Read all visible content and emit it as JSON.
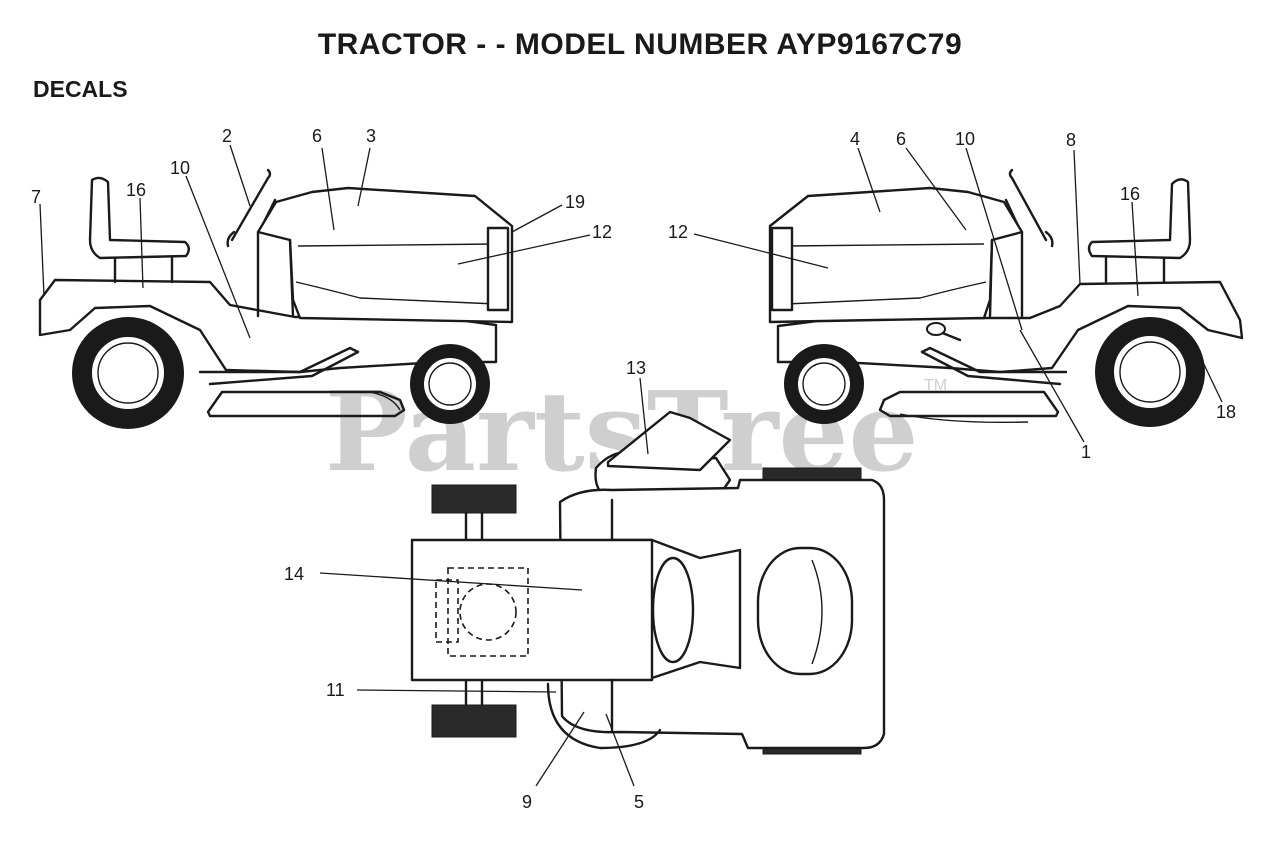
{
  "header": {
    "title": "TRACTOR - - MODEL NUMBER AYP9167C79",
    "section": "DECALS"
  },
  "watermark": {
    "text": "PartsTree",
    "trademark": "TM"
  },
  "callouts": {
    "left_view": [
      "7",
      "16",
      "10",
      "2",
      "6",
      "3",
      "19",
      "12"
    ],
    "right_view": [
      "12",
      "4",
      "6",
      "10",
      "8",
      "16",
      "18",
      "1"
    ],
    "top_view": [
      "13",
      "14",
      "11",
      "9",
      "5"
    ]
  },
  "colors": {
    "line": "#1a1a1a",
    "watermark": "#cfcfcf",
    "background": "#ffffff"
  }
}
